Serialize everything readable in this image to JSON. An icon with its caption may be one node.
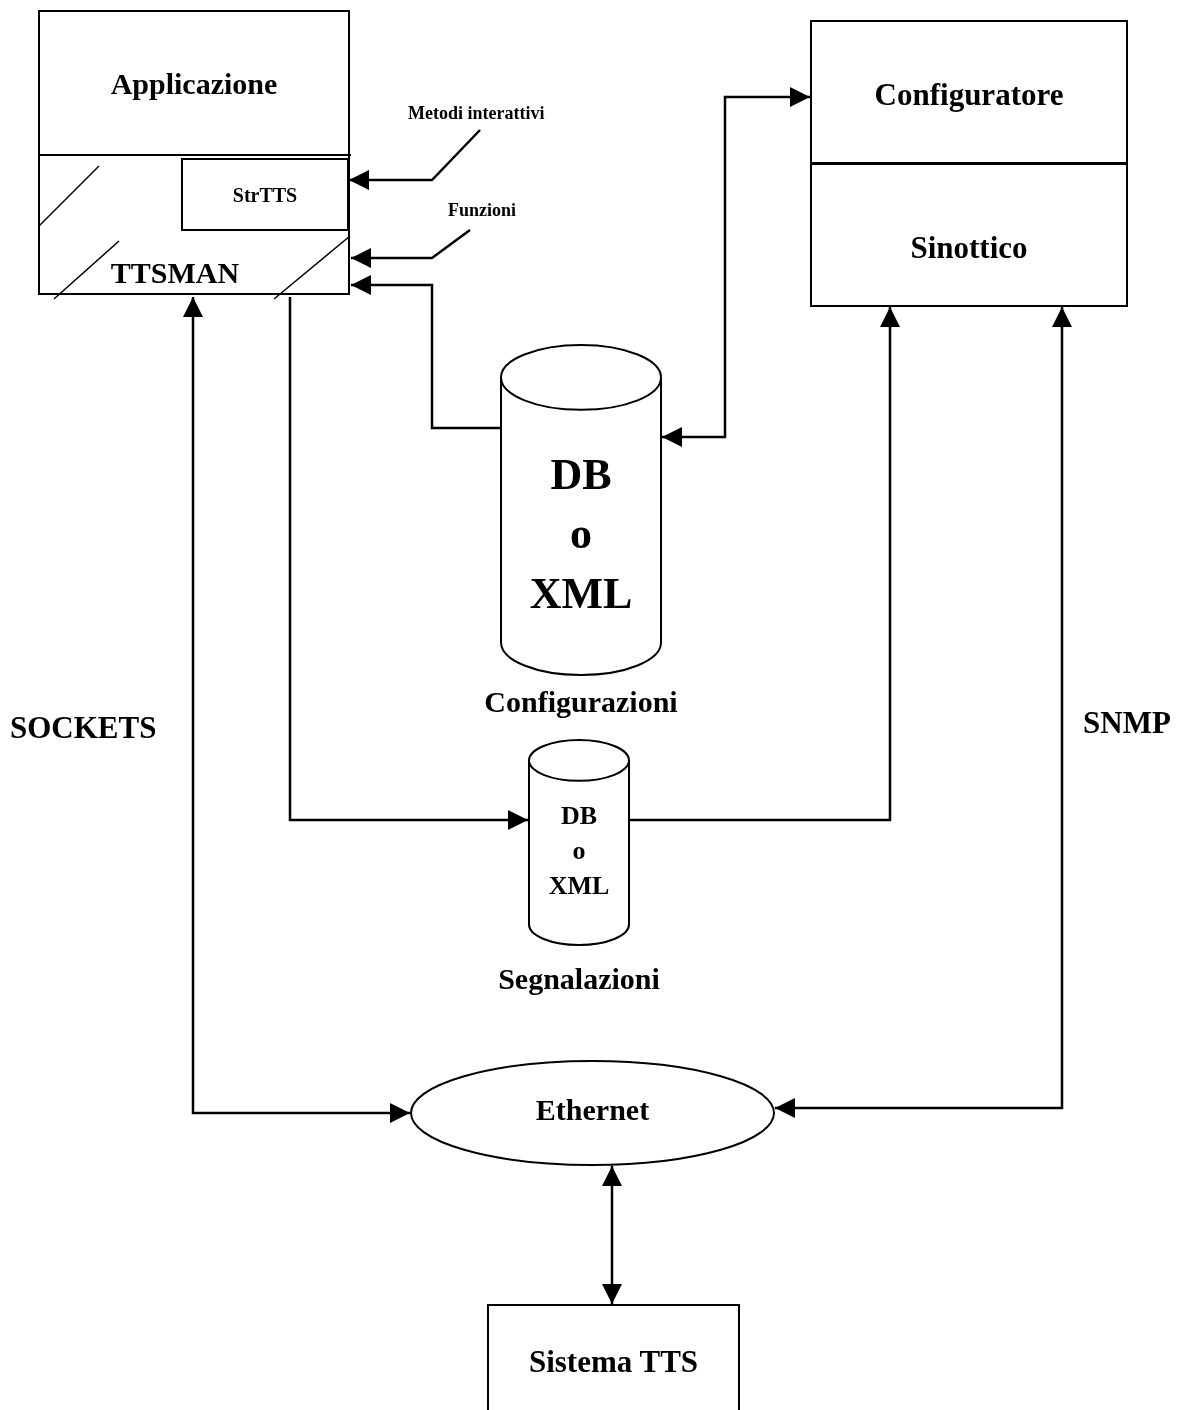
{
  "diagram": {
    "nodes": [
      {
        "text": [
          "Applicazione"
        ]
      },
      {
        "text": [
          "TTSMAN"
        ],
        "in": 0
      },
      {
        "text": [
          "StrTTS"
        ],
        "in": 1
      },
      {
        "text": [
          "Configuratore"
        ]
      },
      {
        "text": [
          "Sinottico"
        ]
      },
      {
        "text": [
          "DB o XML"
        ],
        "beside": [
          "Configurazioni"
        ]
      },
      {
        "text": [
          "DB o XML"
        ],
        "beside": [
          "Segnalazioni"
        ]
      },
      {
        "text": [
          "Ethernet"
        ]
      },
      {
        "text": [
          "Sistema TTS"
        ]
      }
    ],
    "edges": [
      {
        "from": null,
        "to": 2,
        "arrow": "to",
        "label": "Metodi interattivi"
      },
      {
        "from": null,
        "to": 1,
        "arrow": "to",
        "label": "Funzioni"
      },
      {
        "from": 5,
        "to": 1,
        "arrow": "to"
      },
      {
        "from": 5,
        "to": 3,
        "arrow": "both"
      },
      {
        "from": 1,
        "to": 6,
        "arrow": "to"
      },
      {
        "from": 6,
        "to": 4,
        "arrow": "to"
      },
      {
        "from": 7,
        "to": 1,
        "arrow": "both"
      },
      {
        "from": 7,
        "to": 4,
        "arrow": "both"
      },
      {
        "from": 7,
        "to": 8,
        "arrow": "both"
      }
    ],
    "labels": [
      "SOCKETS",
      "SNMP"
    ]
  }
}
